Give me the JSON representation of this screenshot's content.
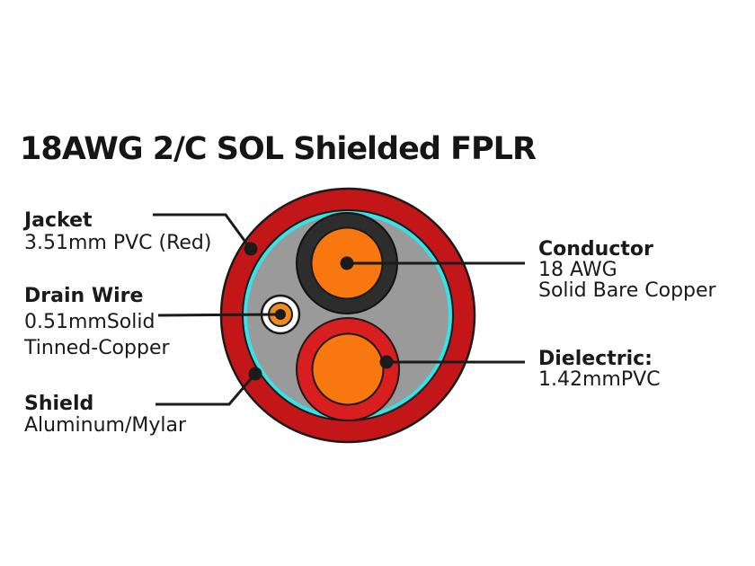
{
  "title": "18AWG 2/C SOL Shielded FPLR",
  "colors": {
    "jacket_red": "#C21618",
    "dielectric_red": "#D81E1E",
    "shield_cyan": "#35E3E6",
    "filler_gray": "#9A9A9A",
    "insulation_black": "#2D2D2D",
    "conductor_orange": "#F8780F",
    "drain_orange": "#EF8A1E",
    "drain_white": "#FFFFFF",
    "outline_black": "#1A1A1A",
    "leader_black": "#1B1B1B"
  },
  "callouts": {
    "jacket": {
      "heading": "Jacket",
      "line1": "3.51mm PVC (Red)"
    },
    "drain_wire": {
      "heading": "Drain Wire",
      "line1": "0.51mmSolid",
      "line2": "Tinned-Copper"
    },
    "shield": {
      "heading": "Shield",
      "line1": "Aluminum/Mylar"
    },
    "conductor": {
      "heading": "Conductor",
      "line1": "18 AWG",
      "line2": "Solid Bare Copper"
    },
    "dielectric": {
      "heading": "Dielectric:",
      "line1": "1.42mmPVC"
    }
  }
}
